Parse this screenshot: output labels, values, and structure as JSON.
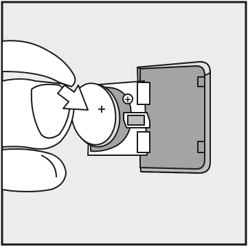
{
  "illustration": {
    "polarity_mark": "+",
    "terminal_mark": "+",
    "colors": {
      "background": "#ececec",
      "panel_gray": "#a4a4a4",
      "outline": "#1a1a1a",
      "battery": "#ffffff",
      "hand": "#ffffff"
    },
    "icons": [
      "hand",
      "arrow",
      "coin-battery",
      "battery-holder",
      "battery-door"
    ]
  }
}
